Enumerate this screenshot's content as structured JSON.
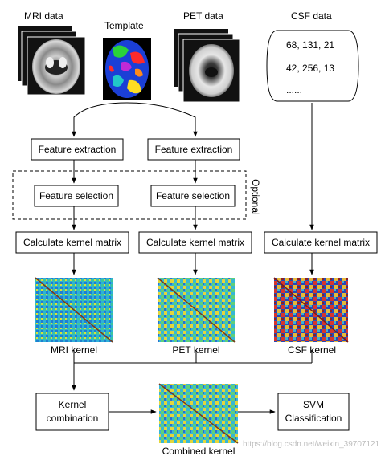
{
  "inputs": {
    "mri_label": "MRI data",
    "template_label": "Template",
    "pet_label": "PET data",
    "csf_label": "CSF data",
    "csf_rows": [
      "68, 131, 21",
      "42, 256, 13",
      "......"
    ]
  },
  "steps": {
    "feature_extraction": "Feature extraction",
    "feature_selection": "Feature selection",
    "optional": "Optional",
    "kernel_matrix": "Calculate kernel matrix",
    "kernel_combination_line1": "Kernel",
    "kernel_combination_line2": "combination",
    "svm_line1": "SVM",
    "svm_line2": "Classification"
  },
  "kernels": {
    "mri": "MRI  kernel",
    "pet": "PET  kernel",
    "csf": "CSF  kernel",
    "combined": "Combined  kernel"
  },
  "watermark": "https://blog.csdn.net/weixin_39707121"
}
